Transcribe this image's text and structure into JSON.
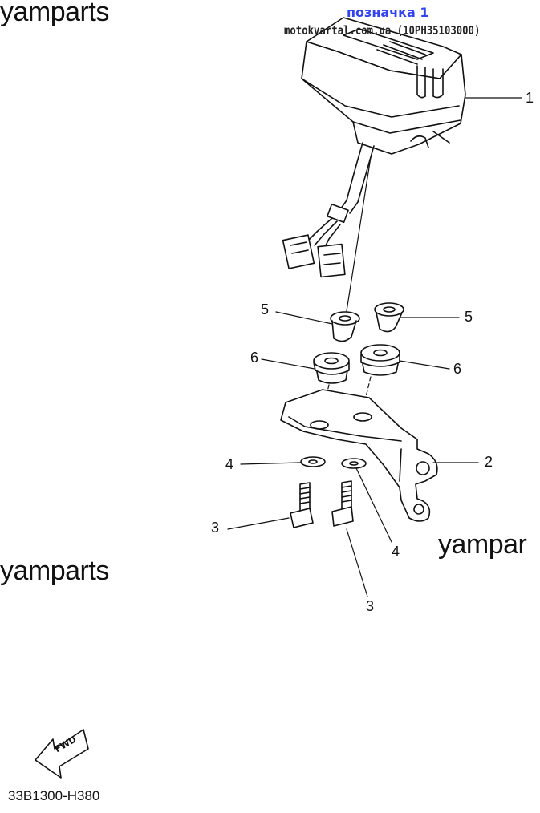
{
  "watermarks": [
    "yamparts",
    "yamparts",
    "yampar"
  ],
  "header": {
    "highlight_label": "позначка 1",
    "site_label": "motokvartal.com.ua (10PH35103000)"
  },
  "callouts": [
    "1",
    "2",
    "3",
    "3",
    "4",
    "4",
    "5",
    "5",
    "6",
    "6"
  ],
  "fwd_label": "FWD",
  "diagram_code": "33B1300-H380"
}
